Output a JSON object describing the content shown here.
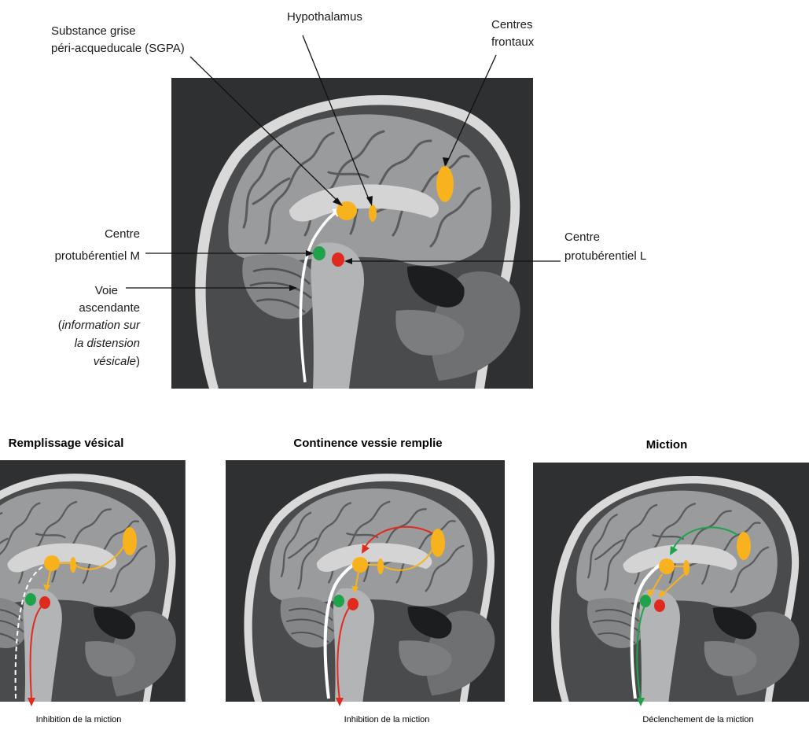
{
  "main_labels": {
    "sgpa_line1": "Substance grise",
    "sgpa_line2": "péri-acqueducale (SGPA)",
    "hypothalamus": "Hypothalamus",
    "frontal_line1": "Centres",
    "frontal_line2": "frontaux",
    "pontine_m_line1": "Centre",
    "pontine_m_line2": "protubérentiel M",
    "pontine_l_line1": "Centre",
    "pontine_l_line2": "protubérentiel L",
    "pathway_line1": "Voie",
    "pathway_line2": "ascendante",
    "pathway_line3_open": "(",
    "pathway_line3_italic": "information sur",
    "pathway_line4_italic": "la distension",
    "pathway_line5_italic": "vésicale",
    "pathway_line5_close": ")"
  },
  "panels": [
    {
      "title": "Remplissage vésical",
      "caption": "Inhibition de la miction"
    },
    {
      "title": "Continence vessie remplie",
      "caption": "Inhibition de la miction"
    },
    {
      "title": "Miction",
      "caption": "Déclenchement de la miction"
    }
  ],
  "colors": {
    "background_scan": "#2f3031",
    "brain_tissue": "#8e8f90",
    "orange_center": "#f7b21e",
    "green_center": "#1fa24a",
    "red_center": "#e02a1e",
    "white_pathway": "#ffffff"
  }
}
